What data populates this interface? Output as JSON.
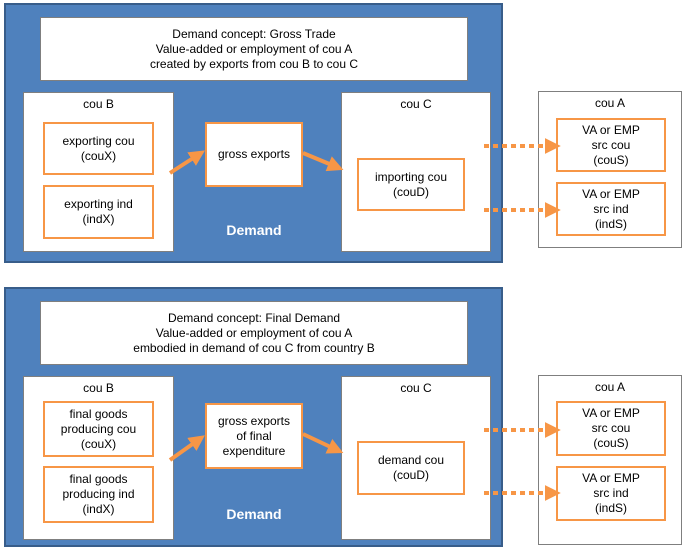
{
  "top": {
    "title_lines": [
      "Demand concept: Gross Trade",
      "Value-added  or employment of cou A",
      "created by exports from cou B to cou C"
    ],
    "cou_b": {
      "label": "cou B",
      "box1_lines": [
        "exporting cou",
        "(couX)"
      ],
      "box2_lines": [
        "exporting ind",
        "(indX)"
      ]
    },
    "middle_lines": [
      "gross exports"
    ],
    "cou_c": {
      "label": "cou C",
      "box_lines": [
        "importing cou",
        "(couD)"
      ]
    },
    "cou_a": {
      "label": "cou A",
      "box1_lines": [
        "VA or EMP",
        "src cou",
        "(couS)"
      ],
      "box2_lines": [
        "VA or EMP",
        "src  ind",
        "(indS)"
      ]
    },
    "demand_label": "Demand"
  },
  "bottom": {
    "title_lines": [
      "Demand concept: Final Demand",
      "Value-added  or employment of cou A",
      "embodied in demand of cou C from country B"
    ],
    "cou_b": {
      "label": "cou B",
      "box1_lines": [
        "final goods",
        "producing cou",
        "(couX)"
      ],
      "box2_lines": [
        "final goods",
        "producing ind",
        "(indX)"
      ]
    },
    "middle_lines": [
      "gross exports",
      "of final",
      "expenditure"
    ],
    "cou_c": {
      "label": "cou C",
      "box_lines": [
        "demand cou",
        "(couD)"
      ]
    },
    "cou_a": {
      "label": "cou A",
      "box1_lines": [
        "VA or EMP",
        "src cou",
        "(couS)"
      ],
      "box2_lines": [
        "VA or EMP",
        "src  ind",
        "(indS)"
      ]
    },
    "demand_label": "Demand"
  },
  "colors": {
    "panel": "#4f81bd",
    "accent": "#f79646"
  }
}
